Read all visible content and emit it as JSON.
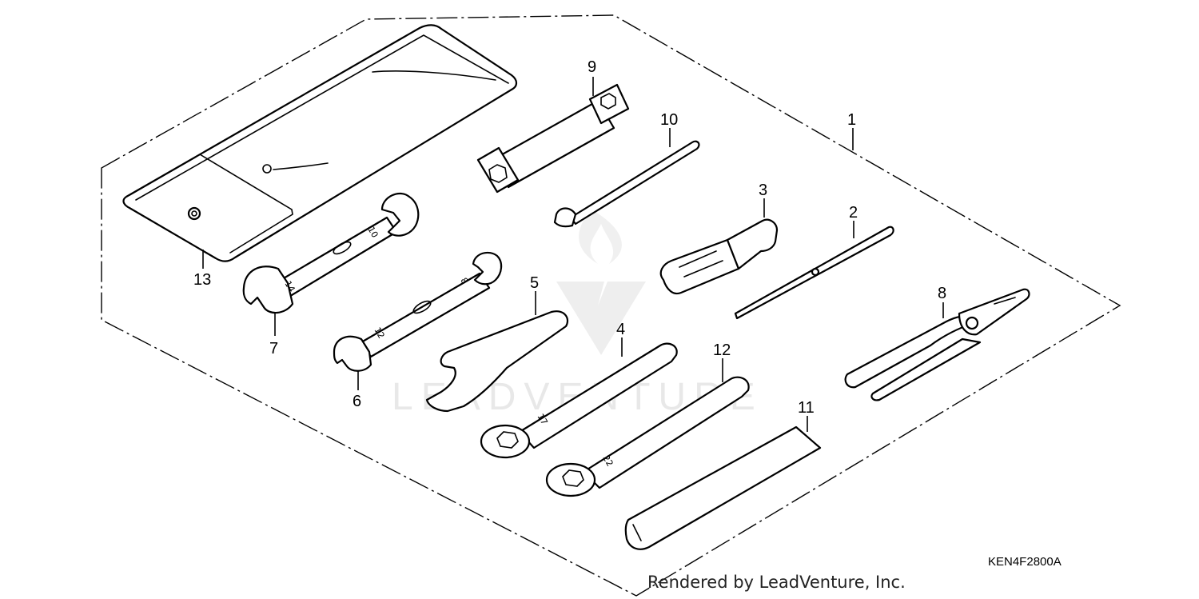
{
  "diagram": {
    "ref_code": "KEN4F2800A",
    "credit": "Rendered by LeadVenture, Inc.",
    "watermark": "LEADVENTURE",
    "callouts": [
      "1",
      "2",
      "3",
      "4",
      "5",
      "6",
      "7",
      "8",
      "9",
      "10",
      "11",
      "12",
      "13"
    ],
    "wrench_sizes": {
      "w7_a": "14",
      "w7_b": "10",
      "w6_a": "12",
      "w6_b": "8",
      "w4": "17",
      "w12": "22"
    }
  }
}
